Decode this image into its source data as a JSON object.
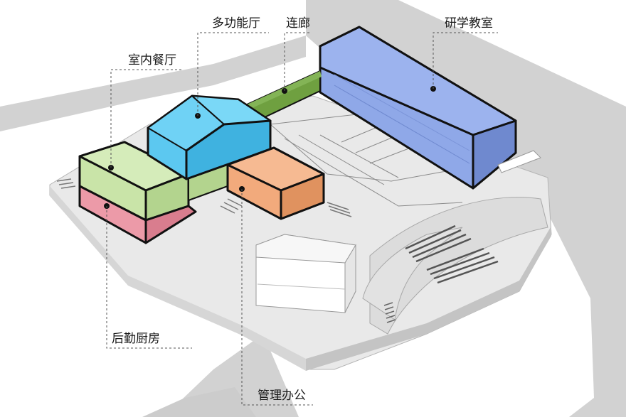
{
  "labels": {
    "multi_function_hall": "多功能厅",
    "corridor": "连廊",
    "study_classroom": "研学教室",
    "indoor_dining": "室内餐厅",
    "logistics_kitchen": "后勤厨房",
    "admin_office": "管理办公"
  },
  "colors": {
    "multi_function_hall": "#5cc8f0",
    "corridor": "#6fa040",
    "study_classroom": "#8fa8e8",
    "indoor_dining": "#c9e4a8",
    "logistics_kitchen": "#ec9aa8",
    "admin_office": "#f2aa7c",
    "ground": "#e4e4e4",
    "road": "#d0d0d0"
  }
}
